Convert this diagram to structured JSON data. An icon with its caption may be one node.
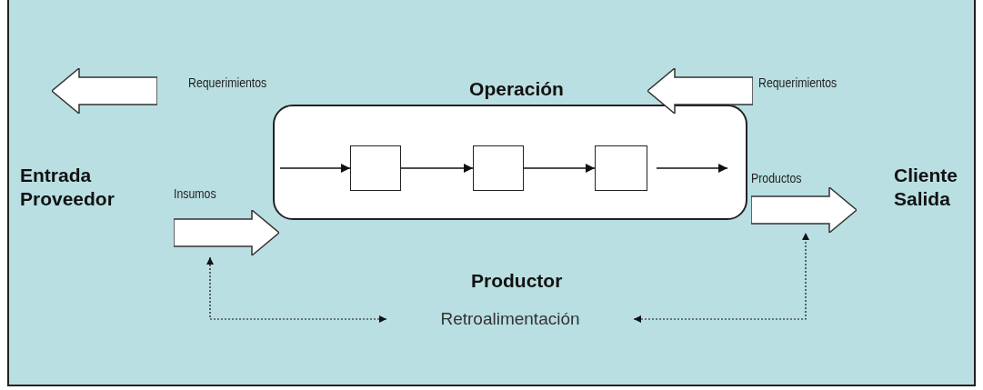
{
  "diagram": {
    "nodes": [
      {
        "text": [
          "Entrada Proveedor"
        ]
      },
      {
        "text": [
          "Requerimientos"
        ]
      },
      {
        "text": [
          "Insumos"
        ]
      },
      {
        "text": [
          "Operación"
        ]
      },
      {
        "text": [],
        "shape": "box",
        "in": 3
      },
      {
        "text": [],
        "shape": "box",
        "in": 3
      },
      {
        "text": [],
        "shape": "box",
        "in": 3
      },
      {
        "text": [
          "Requerimientos"
        ]
      },
      {
        "text": [
          "Productos"
        ]
      },
      {
        "text": [
          "Cliente Salida"
        ]
      },
      {
        "text": [
          "Retroalimentación"
        ]
      }
    ],
    "edges": [
      {
        "from": null,
        "to": 4,
        "arrow": "to"
      },
      {
        "from": 4,
        "to": 5,
        "arrow": "to"
      },
      {
        "from": 5,
        "to": 6,
        "arrow": "to"
      },
      {
        "from": 6,
        "to": null,
        "arrow": "to"
      },
      {
        "from": 10,
        "to": 2,
        "arrow": "both",
        "style": "dashed"
      },
      {
        "from": 10,
        "to": 8,
        "arrow": "both",
        "style": "dashed"
      }
    ],
    "labels": [
      "Productor"
    ]
  }
}
